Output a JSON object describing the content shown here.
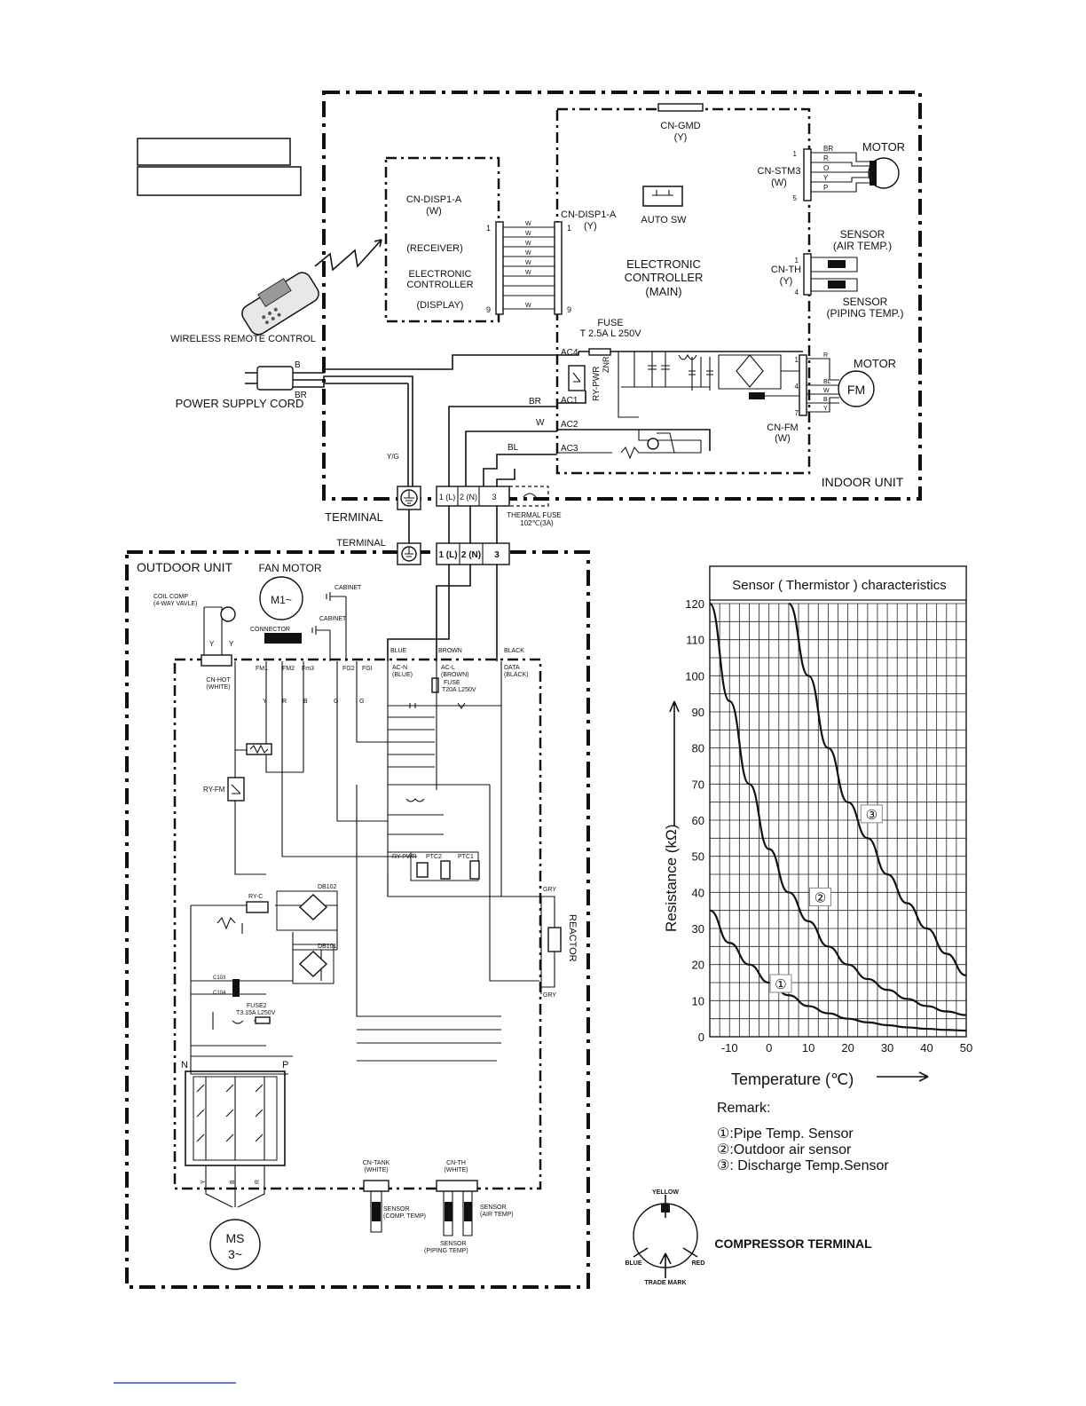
{
  "labels": {
    "cn_gmd": "CN-GMD",
    "cn_gmd_color": "(Y)",
    "motor_top": "MOTOR",
    "cn_stm3": "CN-STM3",
    "cn_stm3_color": "(W)",
    "stm_wires": [
      "BR",
      "R",
      "O",
      "Y",
      "P"
    ],
    "cn_disp1a_left": "CN-DISP1-A",
    "cn_disp1a_left_color": "(W)",
    "cn_disp1a_right": "CN-DISP1-A",
    "cn_disp1a_right_color": "(Y)",
    "auto_sw": "AUTO  SW",
    "receiver": "(RECEIVER)",
    "ec_display_1": "ELECTRONIC",
    "ec_display_2": "CONTROLLER",
    "display": "(DISPLAY)",
    "ec_main_1": "ELECTRONIC",
    "ec_main_2": "CONTROLLER",
    "ec_main_3": "(MAIN)",
    "sensor_air_1": "SENSOR",
    "sensor_air_2": "(AIR TEMP.)",
    "cn_th": "CN-TH",
    "cn_th_color": "(Y)",
    "sensor_pipe_1": "SENSOR",
    "sensor_pipe_2": "(PIPING TEMP.)",
    "wireless_remote": "WIRELESS REMOTE CONTROL",
    "fuse_top_1": "FUSE",
    "fuse_top_2": "T 2.5A L 250V",
    "motor_fm": "MOTOR",
    "fm": "FM",
    "cn_fm": "CN-FM",
    "cn_fm_color": "(W)",
    "fm_wires": [
      "R",
      "BL",
      "W",
      "B",
      "Y"
    ],
    "power_supply_cord": "POWER SUPPLY CORD",
    "cord_b": "B",
    "cord_br": "BR",
    "ac4": "AC4",
    "ac1": "AC1",
    "ac2": "AC2",
    "ac3": "AC3",
    "ry_pwr": "RY-PWR",
    "znr": "ZNR",
    "br": "BR",
    "w": "W",
    "bl": "BL",
    "yg": "Y/G",
    "indoor_unit": "INDOOR UNIT",
    "terminal_1": "TERMINAL",
    "terminal_2": "TERMINAL",
    "term_indoor": [
      "1 (L)",
      "2 (N)",
      "3"
    ],
    "term_outdoor": [
      "1 (L)",
      "2 (N)",
      "3"
    ],
    "thermal_fuse_1": "THERMAL  FUSE",
    "thermal_fuse_2": "102℃(3A)",
    "outdoor_unit": "OUTDOOR UNIT",
    "fan_motor": "FAN MOTOR",
    "m1": "M1~",
    "coil_comp_1": "COIL COMP",
    "coil_comp_2": "(4-WAY VAVLE)",
    "cabinet_1": "CABINET",
    "cabinet_2": "CABINET",
    "connector": "CONNECTOR",
    "cn_hot_1": "CN-HOT",
    "cn_hot_2": "(WHITE)",
    "fm1": "FM1",
    "fm2": "FM2",
    "fm3": "Fm3",
    "fg2": "FG2",
    "fg1": "FGI",
    "blue": "BLUE",
    "brown": "BROWN",
    "black": "BLACK",
    "acn_1": "AC-N",
    "acn_2": "(BLUE)",
    "acl_1": "AC-L",
    "acl_2": "(BROWN)",
    "fuse_out_1": "FUSE",
    "fuse_out_2": "T20A  L250V",
    "data_1": "DATA",
    "data_2": "(BLACK)",
    "wire_y": "Y",
    "wire_r": "R",
    "wire_b": "B",
    "wire_g1": "G",
    "wire_g2": "G",
    "ry_fm": "RY-FM",
    "ry_pwr_out": "RY-PWR",
    "ptc2": "PTC2",
    "ptc1": "PTC1",
    "ry_c": "RY-C",
    "db102": "DB102",
    "db101": "DB101",
    "gry_top": "GRY",
    "gry_bottom": "GRY",
    "reactor": "REACTOR",
    "c103": "C103",
    "c104": "C104",
    "fuse2_1": "FUSE2",
    "fuse2_2": "T3.15A  L250V",
    "n": "N",
    "p": "P",
    "ms": "MS",
    "ms_phase": "3~",
    "comp_wires": [
      "Y",
      "B",
      "R"
    ],
    "cn_tank_1": "CN-TANK",
    "cn_tank_2": "(WHITE)",
    "cn_th_out_1": "CN-TH",
    "cn_th_out_2": "(WHITE)",
    "sensor_comp_1": "SENSOR",
    "sensor_comp_2": "(COMP. TEMP)",
    "sensor_airout_1": "SENSOR",
    "sensor_airout_2": "(AIR TEMP)",
    "sensor_pipeout_1": "SENSOR",
    "sensor_pipeout_2": "(PIPING TEMP)",
    "yellow": "YELLOW",
    "blue_term": "BLUE",
    "red_term": "RED",
    "trade_mark": "TRADE MARK",
    "compressor_terminal": "COMPRESSOR TERMINAL",
    "remark": "Remark:",
    "remark_1": "①:Pipe Temp. Sensor",
    "remark_2": "②:Outdoor air sensor",
    "remark_3": "③: Discharge Temp.Sensor"
  },
  "chart_data": {
    "type": "line",
    "title": "Sensor ( Thermistor ) characteristics",
    "xlabel": "Temperature (℃)",
    "ylabel": "Resistance (kΩ)",
    "xlim": [
      -15,
      50
    ],
    "ylim": [
      0,
      120
    ],
    "xticks": [
      -10,
      0,
      10,
      20,
      30,
      40,
      50
    ],
    "yticks": [
      0,
      10,
      20,
      30,
      40,
      50,
      60,
      70,
      80,
      90,
      100,
      110,
      120
    ],
    "grid": true,
    "series": [
      {
        "name": "①",
        "x": [
          -15,
          -10,
          -5,
          0,
          5,
          10,
          15,
          20,
          25,
          30,
          35,
          40,
          45,
          50
        ],
        "y": [
          35,
          26,
          20,
          15,
          11.5,
          8.5,
          6.5,
          5,
          4,
          3.2,
          2.6,
          2.2,
          1.9,
          1.7
        ]
      },
      {
        "name": "②",
        "x": [
          -15,
          -10,
          -5,
          0,
          5,
          10,
          15,
          20,
          25,
          30,
          35,
          40,
          45,
          50
        ],
        "y": [
          120,
          93,
          70,
          52,
          40,
          32,
          25,
          20,
          16,
          13,
          10.5,
          8.5,
          7,
          6
        ]
      },
      {
        "name": "③",
        "x": [
          5,
          10,
          15,
          20,
          25,
          30,
          35,
          40,
          45,
          50
        ],
        "y": [
          120,
          100,
          80,
          65,
          55,
          45,
          37,
          30,
          23,
          17
        ]
      }
    ],
    "series_label_markers": [
      "①",
      "②",
      "③"
    ]
  }
}
